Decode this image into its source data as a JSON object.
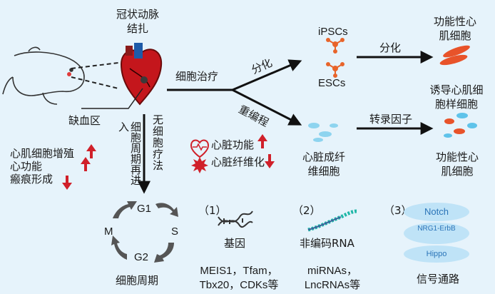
{
  "top": {
    "ligation": "冠状动脉结扎",
    "ischemia": "缺血区",
    "cell_therapy": "细胞治疗",
    "differentiation": "分化",
    "reprogramming": "重编程",
    "ipscs": "iPSCs",
    "escs": "ESCs",
    "differentiate2": "分化",
    "functional_cm": "功能性心肌细胞",
    "induced_cm": "诱导心肌细胞样细胞",
    "fibroblast": "心脏成纤维细胞",
    "tf": "转录因子",
    "functional_cm2": "功能性心肌细胞"
  },
  "left": {
    "proliferation": "心肌细胞增殖",
    "function": "心功能",
    "scar": "瘢痕形成",
    "cell_free": "无细胞疗法",
    "reenter": "细胞周期再进入",
    "heart_fn": "心脏功能",
    "heart_fib": "心脏纤维化"
  },
  "cycle": {
    "g1": "G1",
    "s": "S",
    "g2": "G2",
    "m": "M",
    "label": "细胞周期"
  },
  "panels": {
    "p1_num": "（1）",
    "p1_title": "基因",
    "p1_items": "MEIS1，Tfam，Tbx20，CDKs等",
    "p2_num": "（2）",
    "p2_title": "非编码RNA",
    "p2_items": "miRNAs，LncRNAs等",
    "p3_num": "（3）",
    "p3_title": "信号通路",
    "p3_items": [
      "Notch",
      "NRG1-ErbB",
      "Hippo"
    ]
  },
  "colors": {
    "background": "#e6f3fb",
    "arrow": "#111111",
    "up": "#d0202a",
    "pill": "#bfe3f7",
    "cycle": "#555555"
  }
}
